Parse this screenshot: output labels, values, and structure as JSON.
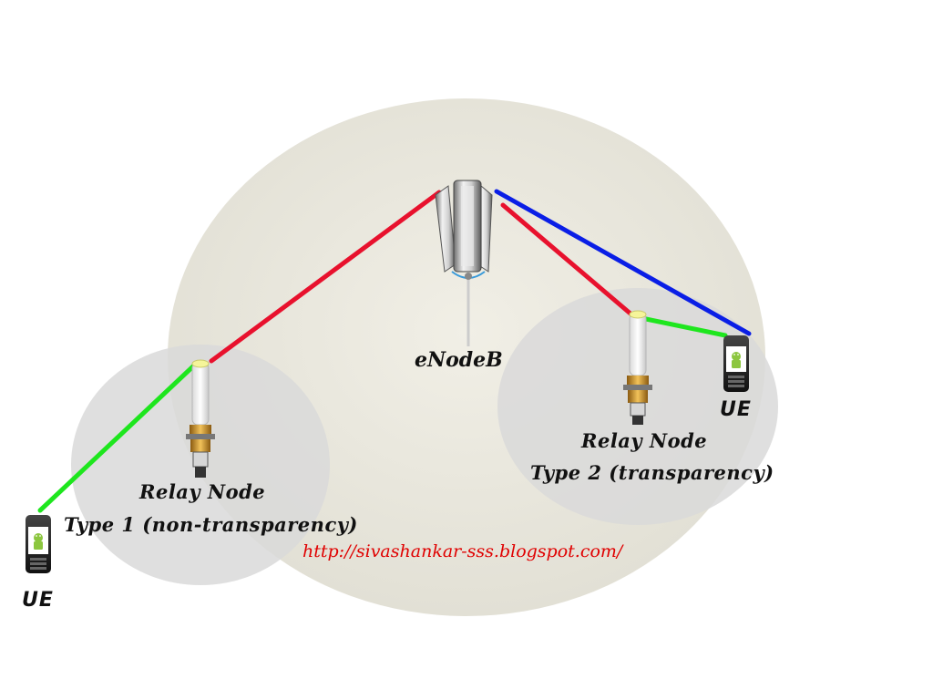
{
  "labels": {
    "enodeb": "eNodeB",
    "relay1_line1": "Relay Node",
    "relay1_line2": "Type 1 (non-transparency)",
    "relay2_line1": "Relay Node",
    "relay2_line2": "Type 2 (transparency)",
    "ue_left": "UE",
    "ue_right": "UE",
    "url": "http://sivashankar-sss.blogspot.com/"
  },
  "colors": {
    "link_enodeb_relay": "#e8112d",
    "link_relay_ue": "#1ee61e",
    "link_enodeb_ue": "#0a1ee6",
    "main_cell": "#e6e4da",
    "relay_cell": "#dcdcdc",
    "url_text": "#e00000"
  },
  "icons": {
    "enodeb": "base-station-antenna-icon",
    "relay_node": "relay-node-tower-icon",
    "ue": "android-phone-icon"
  }
}
